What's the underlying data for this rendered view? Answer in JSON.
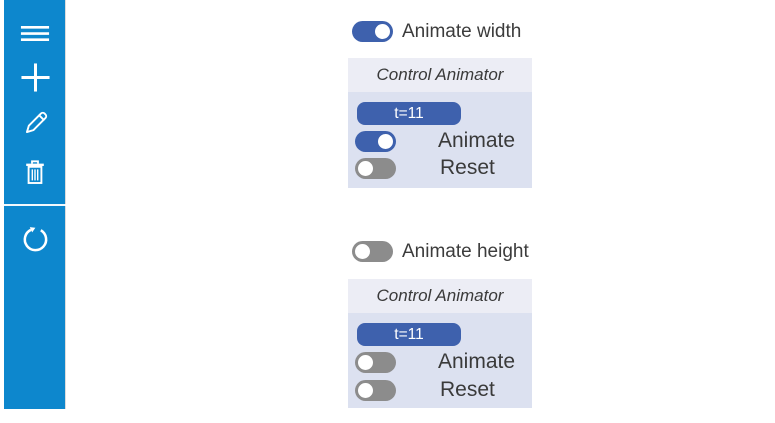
{
  "colors": {
    "sidebar_bg": "#0d87cd",
    "toggle_on": "#3e61ad",
    "toggle_off": "#8c8c8c",
    "panel_header_bg": "#ecedf5",
    "panel_body_bg": "#dce1f0",
    "time_pill_bg": "#3e61ad",
    "text": "#3c3c3c"
  },
  "sidebar": {
    "icons": [
      "menu-icon",
      "add-icon",
      "edit-icon",
      "delete-icon",
      "reset-icon"
    ]
  },
  "toggles": {
    "animate_width": {
      "label": "Animate width",
      "state": "on"
    },
    "animate_height": {
      "label": "Animate height",
      "state": "off"
    }
  },
  "panels": [
    {
      "title": "Control Animator",
      "time_badge": "t=11",
      "controls": [
        {
          "label": "Animate",
          "state": "on"
        },
        {
          "label": "Reset",
          "state": "off"
        }
      ]
    },
    {
      "title": "Control Animator",
      "time_badge": "t=11",
      "controls": [
        {
          "label": "Animate",
          "state": "off"
        },
        {
          "label": "Reset",
          "state": "off"
        }
      ]
    }
  ]
}
